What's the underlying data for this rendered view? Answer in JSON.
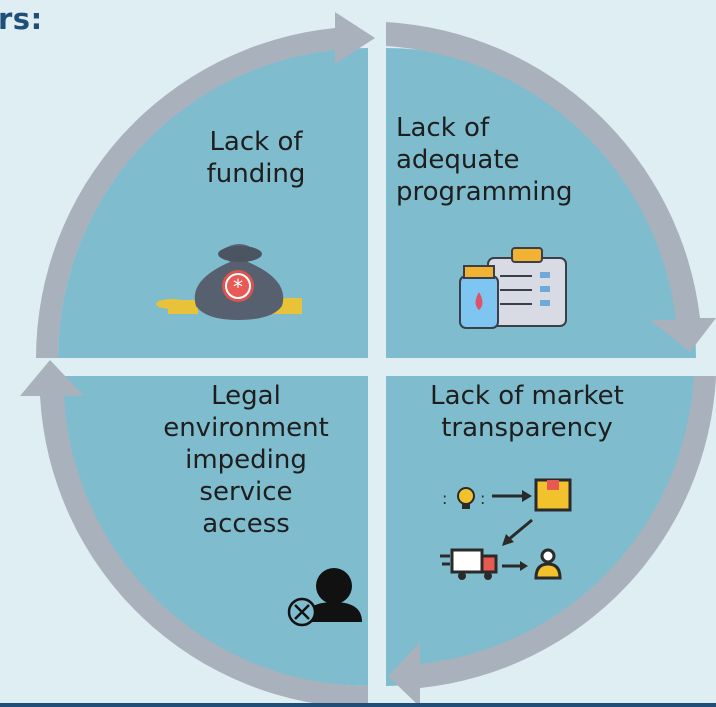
{
  "heading": "rs:",
  "quadrants": {
    "top_left": {
      "label_lines": [
        "Lack of",
        "funding"
      ],
      "icon": "money-bag-icon"
    },
    "top_right": {
      "label_lines": [
        "Lack of",
        "adequate",
        "programming"
      ],
      "icon": "clipboard-medicine-icon"
    },
    "bottom_left": {
      "label_lines": [
        "Legal",
        "environment",
        "impeding",
        "service",
        "access"
      ],
      "icon": "user-blocked-icon"
    },
    "bottom_right": {
      "label_lines": [
        "Lack of market",
        "transparency"
      ],
      "icon": "supply-chain-icon"
    }
  },
  "colors": {
    "background": "#dfeef2",
    "quadrant_fill": "#7fbccd",
    "cycle_arrow": "#a9b1bd",
    "heading": "#1f4e79"
  }
}
